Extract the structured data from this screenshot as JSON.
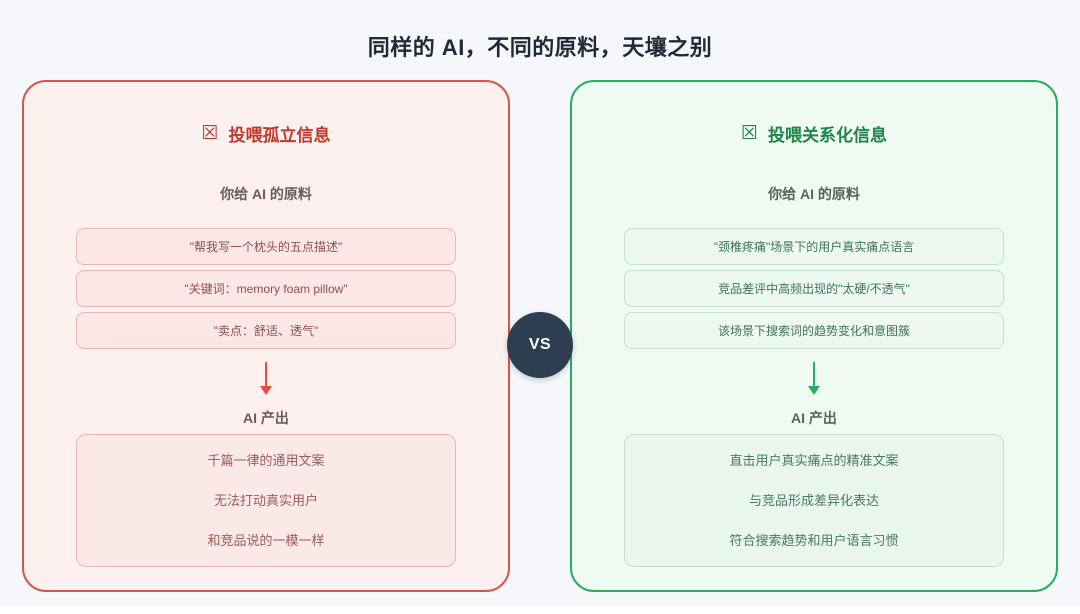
{
  "page": {
    "title": "同样的 AI，不同的原料，天壤之别"
  },
  "vs_badge": "VS",
  "left_panel": {
    "icon": "☒",
    "title": "投喂孤立信息",
    "input_heading": "你给 AI 的原料",
    "input_cards": [
      "\"帮我写一个枕头的五点描述\"",
      "\"关键词：memory foam pillow\"",
      "\"卖点：舒适、透气\""
    ],
    "output_heading": "AI 产出",
    "output_lines": [
      "千篇一律的通用文案",
      "无法打动真实用户",
      "和竞品说的一模一样"
    ],
    "colors": {
      "border": "#d9534f",
      "fill": "#fdf1f0",
      "accent": "#c0392b",
      "card_fill": "#fbe7e6",
      "card_border": "#eab6b3",
      "arrow": "#e74c3c"
    }
  },
  "right_panel": {
    "icon": "☒",
    "title": "投喂关系化信息",
    "input_heading": "你给 AI 的原料",
    "input_cards": [
      "\"颈椎疼痛\"场景下的用户真实痛点语言",
      "竞品差评中高频出现的\"太硬/不透气\"",
      "该场景下搜索词的趋势变化和意图簇"
    ],
    "output_heading": "AI 产出",
    "output_lines": [
      "直击用户真实痛点的精准文案",
      "与竞品形成差异化表达",
      "符合搜索趋势和用户语言习惯"
    ],
    "colors": {
      "border": "#27ae60",
      "fill": "#eefaf2",
      "accent": "#1e8449",
      "card_fill": "#ecf8f0",
      "card_border": "#c2e2cc",
      "arrow": "#27ae60"
    }
  },
  "vs_colors": {
    "background": "#2c3e50",
    "text": "#ffffff"
  }
}
